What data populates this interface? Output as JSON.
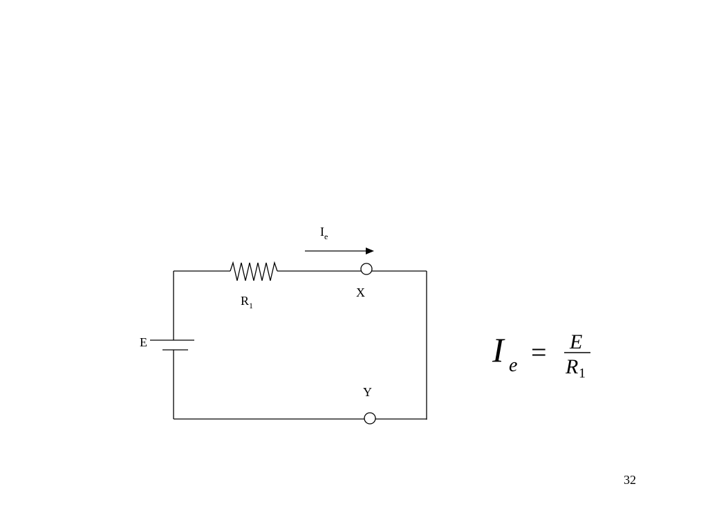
{
  "slide": {
    "page_number": "32"
  },
  "circuit": {
    "resistor": {
      "label": "R",
      "subscript": "1"
    },
    "current": {
      "label": "I",
      "subscript": "e"
    },
    "source": {
      "label": "E"
    },
    "terminal_top": {
      "label": "X"
    },
    "terminal_bottom": {
      "label": "Y"
    }
  },
  "equation": {
    "lhs": "I",
    "lhs_subscript": "e",
    "equals": "=",
    "numerator": "E",
    "denominator": "R",
    "denominator_subscript": "1"
  },
  "colors": {
    "background": "#ffffff",
    "line": "#000000"
  }
}
